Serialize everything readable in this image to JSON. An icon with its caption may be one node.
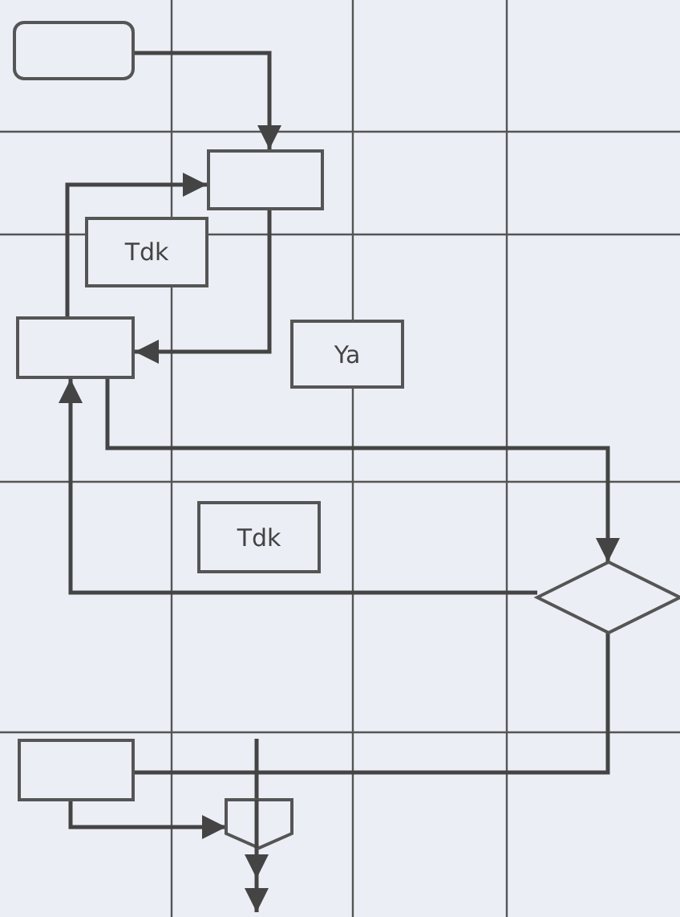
{
  "diagram": {
    "nodes": [
      {
        "text": [],
        "shape": "box"
      },
      {
        "text": [],
        "shape": "box"
      },
      {
        "text": [
          "Tdk"
        ]
      },
      {
        "text": [],
        "shape": "box"
      },
      {
        "text": [
          "Ya"
        ]
      },
      {
        "text": [
          "Tdk"
        ]
      },
      {
        "text": [],
        "shape": "diamond"
      },
      {
        "text": [],
        "shape": "box"
      },
      {
        "text": [],
        "shape": "pentagon"
      }
    ],
    "edges": [
      {
        "from": 0,
        "to": 1,
        "arrow": "to"
      },
      {
        "from": 3,
        "to": 1,
        "arrow": "to"
      },
      {
        "from": 1,
        "to": 3,
        "arrow": "to"
      },
      {
        "from": 3,
        "to": 6,
        "arrow": "to"
      },
      {
        "from": 6,
        "to": 3,
        "arrow": "to"
      },
      {
        "from": 6,
        "to": 7,
        "arrow": "none"
      },
      {
        "from": 7,
        "to": 8,
        "arrow": "to"
      },
      {
        "from": null,
        "to": 8,
        "arrow": "none"
      },
      {
        "from": 8,
        "to": null,
        "arrow": "to"
      }
    ]
  }
}
